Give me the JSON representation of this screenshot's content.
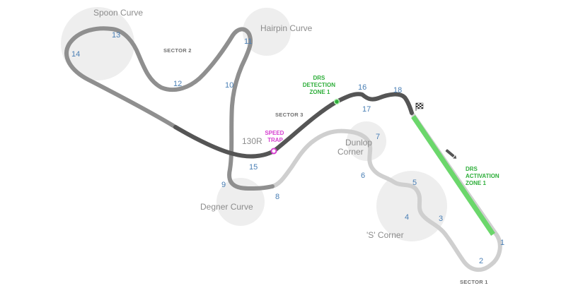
{
  "circuit": {
    "corner_names": {
      "spoon": "Spoon Curve",
      "hairpin": "Hairpin Curve",
      "r130": "130R",
      "dunlop": [
        "Dunlop",
        "Corner"
      ],
      "degner": "Degner Curve",
      "s_corner": "'S' Corner"
    },
    "sectors": {
      "s1": "SECTOR 1",
      "s2": "SECTOR 2",
      "s3": "SECTOR 3"
    },
    "turns": [
      "1",
      "2",
      "3",
      "4",
      "5",
      "6",
      "7",
      "8",
      "9",
      "10",
      "11",
      "12",
      "13",
      "14",
      "15",
      "16",
      "17",
      "18"
    ],
    "drs_detection": [
      "DRS",
      "DETECTION",
      "ZONE 1"
    ],
    "drs_activation": [
      "DRS",
      "ACTIVATION",
      "ZONE 1"
    ],
    "speed_trap": [
      "SPEED",
      "TRAP"
    ],
    "colors": {
      "sector1_track": "#cfcfcf",
      "sector2_track": "#8f8f8f",
      "sector3_track": "#555555",
      "drs": "#6bd76b",
      "speed_trap": "#d63fd0",
      "turn_number": "#4a7fb5",
      "corner_bubble": "#eeeeee"
    },
    "icons": [
      "checkered-flag-icon",
      "pit-car-icon"
    ]
  }
}
